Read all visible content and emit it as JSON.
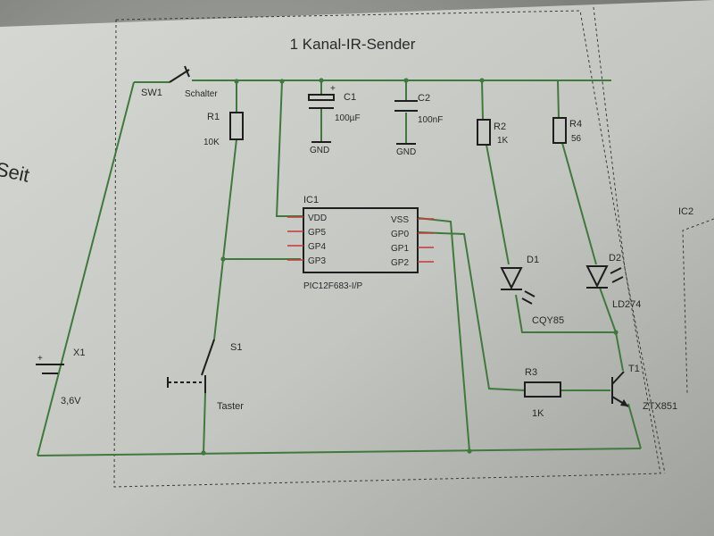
{
  "diagram": {
    "title": "1 Kanal-IR-Sender",
    "side_text": "Seit",
    "components": {
      "sw1": {
        "ref": "SW1",
        "value": "Schalter"
      },
      "r1": {
        "ref": "R1",
        "value": "10K"
      },
      "c1": {
        "ref": "C1",
        "value": "100µF",
        "pol": "+",
        "gnd": "GND"
      },
      "c2": {
        "ref": "C2",
        "value": "100nF",
        "gnd": "GND"
      },
      "r2": {
        "ref": "R2",
        "value": "1K"
      },
      "r4": {
        "ref": "R4",
        "value": "56"
      },
      "ic1": {
        "ref": "IC1",
        "part": "PIC12F683-I/P",
        "left_pins": [
          "VDD",
          "GP5",
          "GP4",
          "GP3"
        ],
        "right_pins": [
          "VSS",
          "GP0",
          "GP1",
          "GP2"
        ]
      },
      "d1": {
        "ref": "D1",
        "value": "CQY85"
      },
      "d2": {
        "ref": "D2",
        "value": "LD274"
      },
      "x1": {
        "ref": "X1",
        "value": "3,6V"
      },
      "s1": {
        "ref": "S1",
        "value": "Taster"
      },
      "r3": {
        "ref": "R3",
        "value": "1K"
      },
      "t1": {
        "ref": "T1",
        "value": "ZTX851"
      },
      "ic2": {
        "ref": "IC2"
      }
    }
  }
}
